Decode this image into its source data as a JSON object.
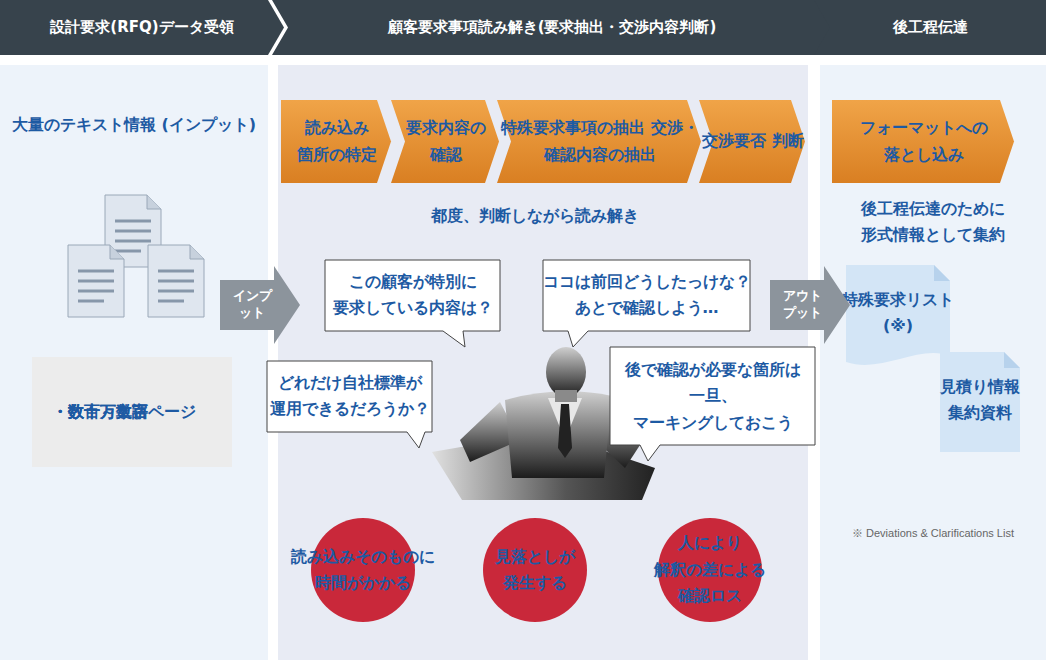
{
  "diagram": {
    "nodes": [
      {
        "text": [
          "設計要求(RFQ)データ受領"
        ]
      },
      {
        "text": [
          "顧客要求事項読み解き(要求抽出・交渉内容判断)"
        ]
      },
      {
        "text": [
          "後工程伝達"
        ]
      },
      {
        "text": [
          "大量のテキスト情報 (インプット)"
        ]
      },
      {
        "text": [
          "・数十～数百ページ",
          "・数十万単語",
          "・数百万文字"
        ],
        "in": 3
      },
      {
        "text": [
          "都度、判断しながら読み解き"
        ]
      },
      {
        "text": [
          "読み込み 箇所の特定"
        ],
        "in": 5
      },
      {
        "text": [
          "要求内容の 確認"
        ],
        "in": 5
      },
      {
        "text": [
          "特殊要求事項の抽出 交渉・確認内容の抽出"
        ],
        "in": 5
      },
      {
        "text": [
          "交渉要否 判断"
        ],
        "in": 5
      },
      {
        "text": [
          "この顧客が特別に 要求している内容は？"
        ],
        "in": 5
      },
      {
        "text": [
          "ココは前回どうしたっけな？ あとで確認しよう…"
        ],
        "in": 5
      },
      {
        "text": [
          "どれだけ自社標準が 運用できるだろうか？"
        ],
        "in": 5
      },
      {
        "text": [
          "後で確認が必要な箇所は 一旦、マーキングしておこう"
        ],
        "in": 5
      },
      {
        "text": [
          "読み込みそのものに 時間がかかる"
        ],
        "in": 5
      },
      {
        "text": [
          "見落としが 発生する"
        ],
        "in": 5
      },
      {
        "text": [
          "人により 解釈の差による 確認ロス"
        ],
        "in": 5
      },
      {
        "text": [
          "後工程伝達のために 形式情報として集約",
          "※ Deviations & Clarifications List"
        ]
      },
      {
        "text": [
          "フォーマットへの 落とし込み"
        ],
        "in": 17
      },
      {
        "text": [
          "特殊要求リスト (※)"
        ],
        "in": 17
      },
      {
        "text": [
          "見積り情報 集約資料"
        ],
        "in": 17
      },
      {
        "text": [
          "インプット"
        ]
      },
      {
        "text": [
          "アウトプット"
        ]
      }
    ]
  }
}
